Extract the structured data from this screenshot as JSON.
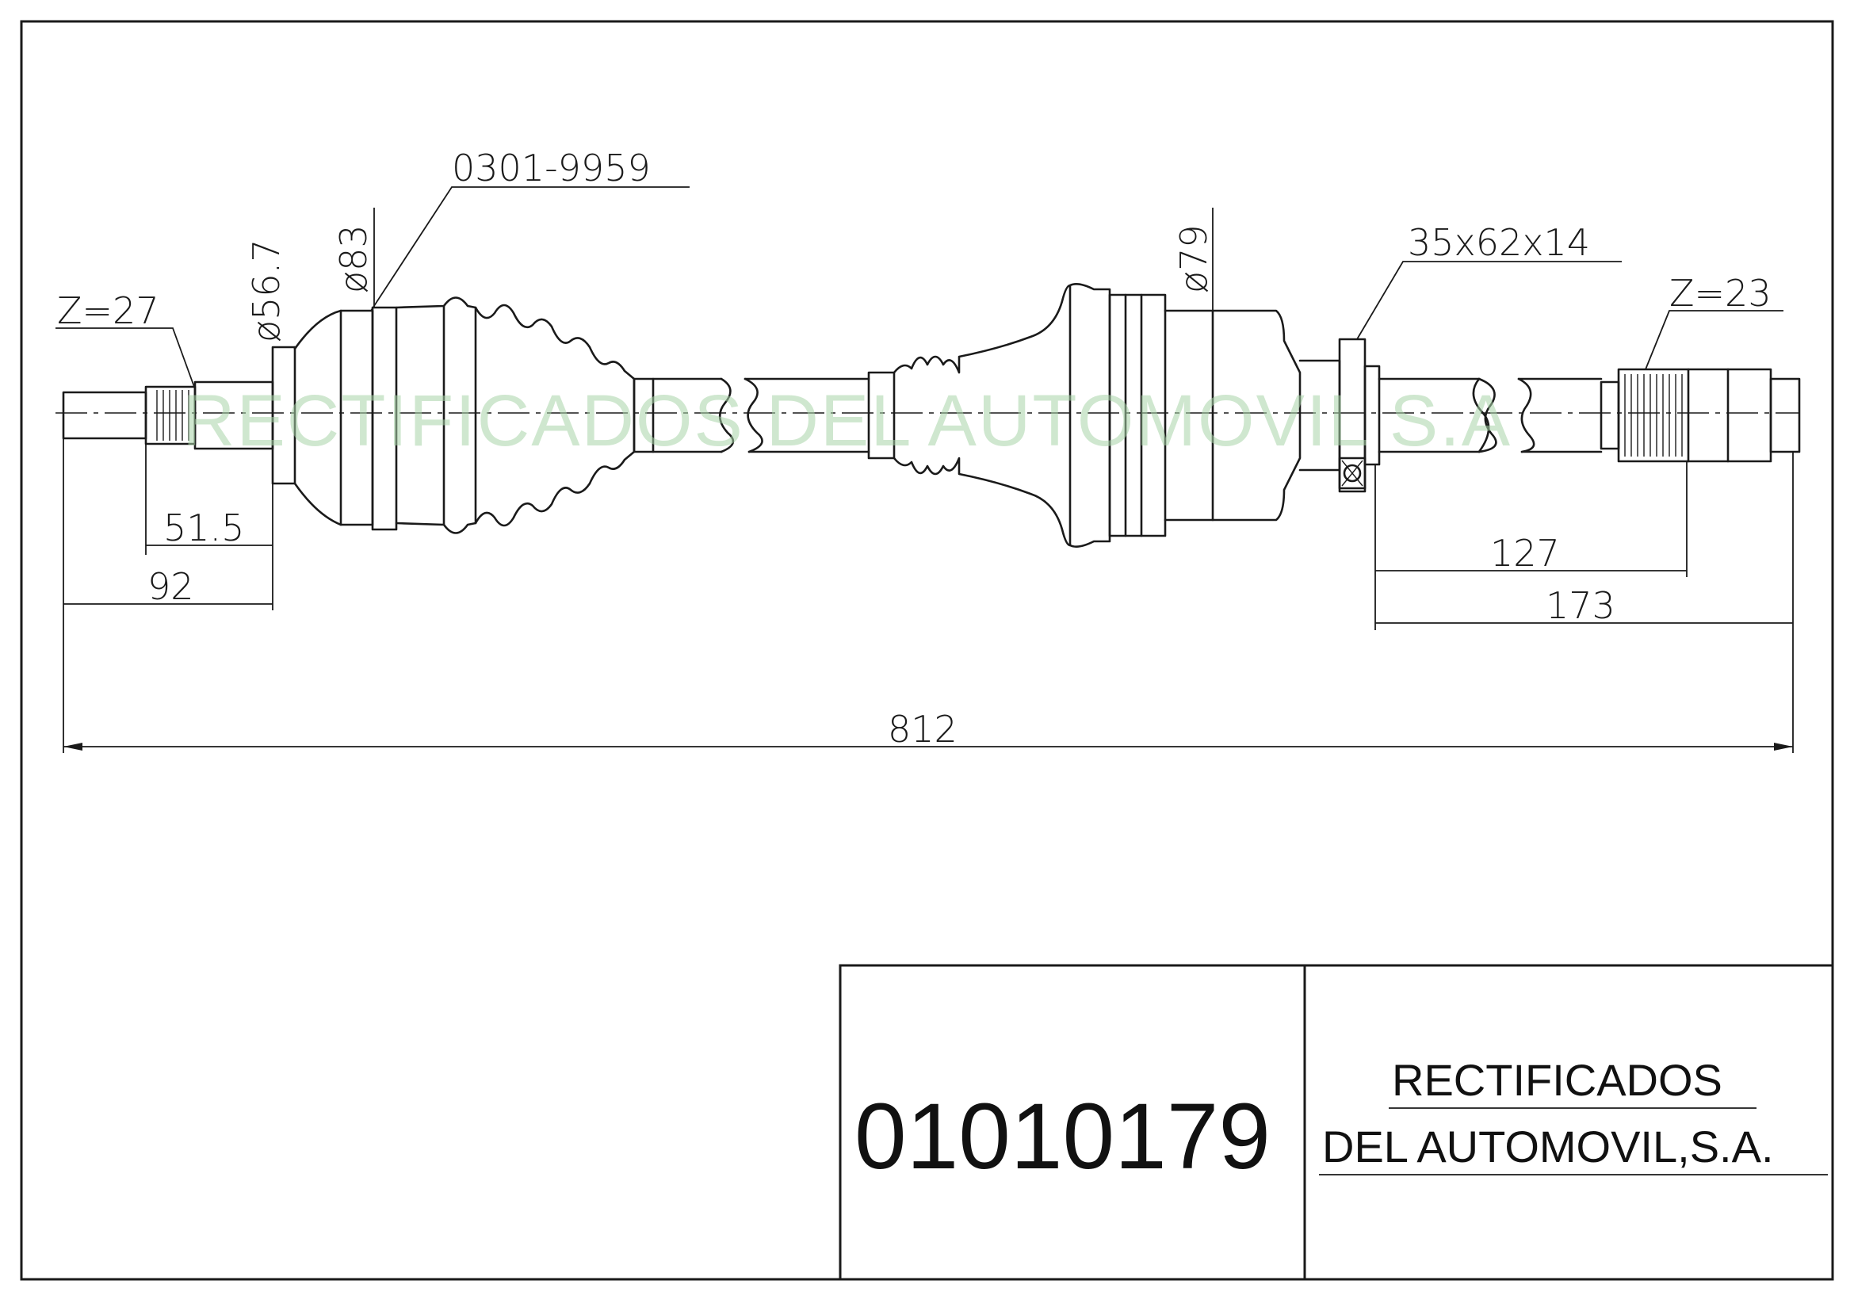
{
  "drawing": {
    "part_reference": "0301-9959",
    "left_spline": "Z=27",
    "right_spline": "Z=23",
    "diameter_inner_joint": "ø56.7",
    "diameter_boot_left": "ø83",
    "diameter_boot_right": "ø79",
    "bearing": "35x62x14",
    "dimensions": {
      "left_spline_length": "51.5",
      "left_overall": "92",
      "right_inner": "127",
      "right_overall": "173",
      "total_length": "812"
    },
    "watermark": "RECTIFICADOS DEL AUTOMOVIL S.A"
  },
  "title_block": {
    "part_number": "01010179",
    "company_line1": "RECTIFICADOS",
    "company_line2": "DEL AUTOMOVIL,S.A."
  }
}
